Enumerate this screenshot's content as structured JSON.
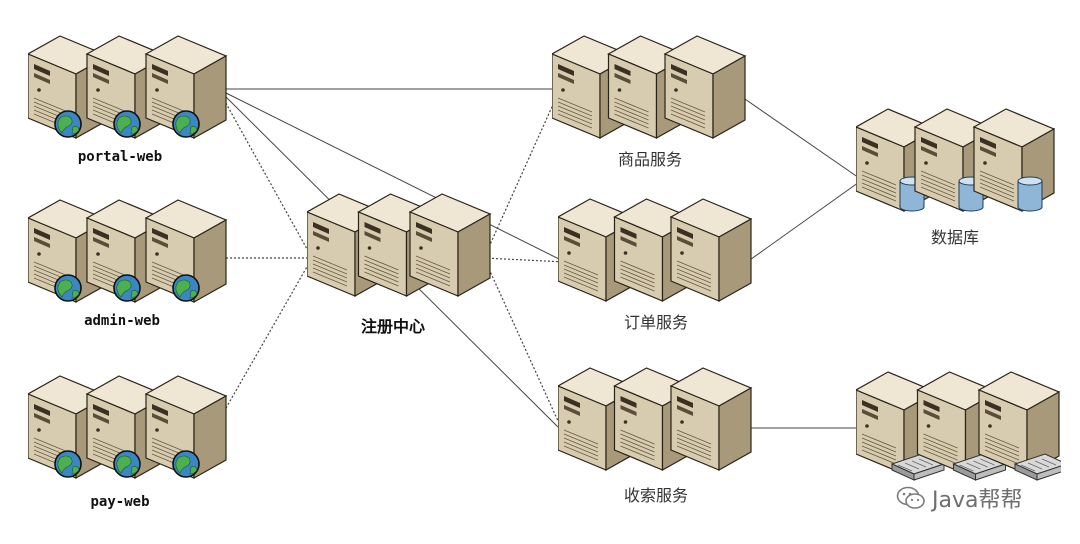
{
  "clusters": {
    "portal_web": {
      "label": "portal-web"
    },
    "admin_web": {
      "label": "admin-web"
    },
    "pay_web": {
      "label": "pay-web"
    },
    "registry": {
      "label": "注册中心"
    },
    "product_service": {
      "label": "商品服务"
    },
    "order_service": {
      "label": "订单服务"
    },
    "search_service": {
      "label": "收索服务"
    },
    "database": {
      "label": "数据库"
    },
    "storage": {
      "label": ""
    }
  },
  "watermark": {
    "text": "Java帮帮"
  },
  "colors": {
    "server_front": "#d8ccb0",
    "server_side": "#a8997a",
    "server_top": "#efe7d4",
    "server_outline": "#2a2418",
    "globe": "#3b86c4",
    "db": "#8fb6d6",
    "line": "#444444"
  },
  "icons": {
    "server": "server-tower-icon",
    "globe": "globe-icon",
    "db": "database-cylinder-icon",
    "tape": "tape-drive-icon",
    "wechat": "wechat-icon"
  }
}
